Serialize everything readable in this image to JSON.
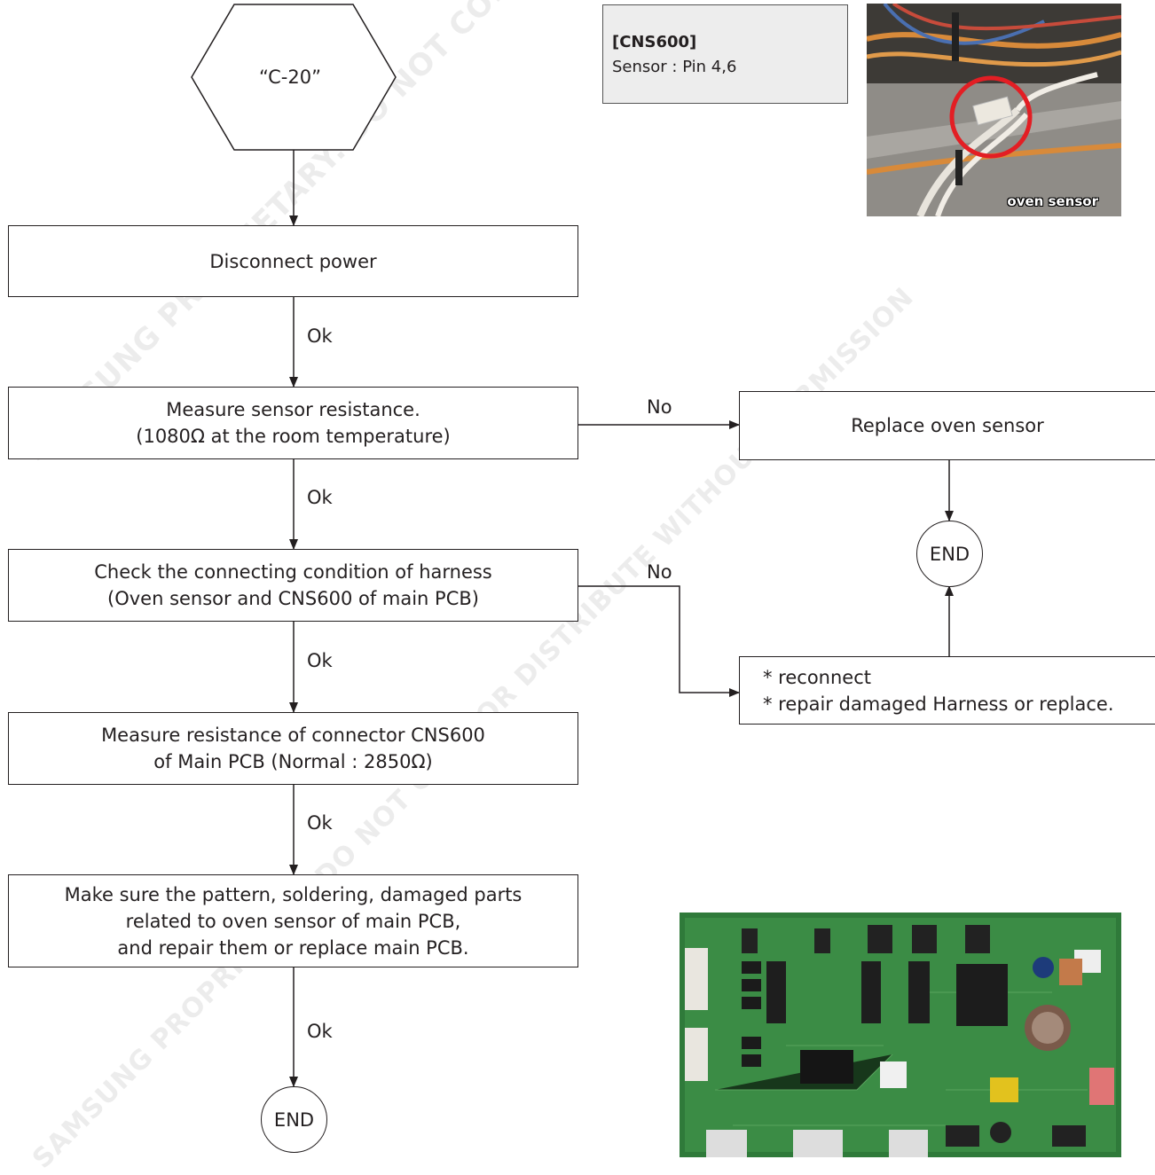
{
  "start": {
    "label": "“C-20”"
  },
  "steps": {
    "disconnect": {
      "line1": "Disconnect power"
    },
    "measure_sensor": {
      "line1": "Measure sensor resistance.",
      "line2": "(1080Ω at the room temperature)"
    },
    "check_harness": {
      "line1": "Check the connecting condition of harness",
      "line2": "(Oven sensor and CNS600 of main PCB)"
    },
    "measure_connector": {
      "line1": "Measure resistance of connector CNS600",
      "line2": "of Main PCB (Normal : 2850Ω)"
    },
    "make_sure": {
      "line1": "Make sure the pattern, soldering, damaged parts",
      "line2": "related to oven sensor of main PCB,",
      "line3": "and repair them or replace main PCB."
    },
    "replace_sensor": {
      "line1": "Replace oven sensor"
    },
    "reconnect": {
      "line1": "* reconnect",
      "line2": "* repair damaged Harness or replace."
    }
  },
  "edges": {
    "ok": "Ok",
    "no": "No"
  },
  "terminals": {
    "end": "END"
  },
  "note": {
    "title": "[CNS600]",
    "text": "Sensor : Pin 4,6"
  },
  "photos": {
    "sensor_caption": "oven sensor"
  },
  "watermark": "SAMSUNG PROPRIETARY. DO NOT COPY OR DISTRIBUTE WITHOUT PERMISSION"
}
